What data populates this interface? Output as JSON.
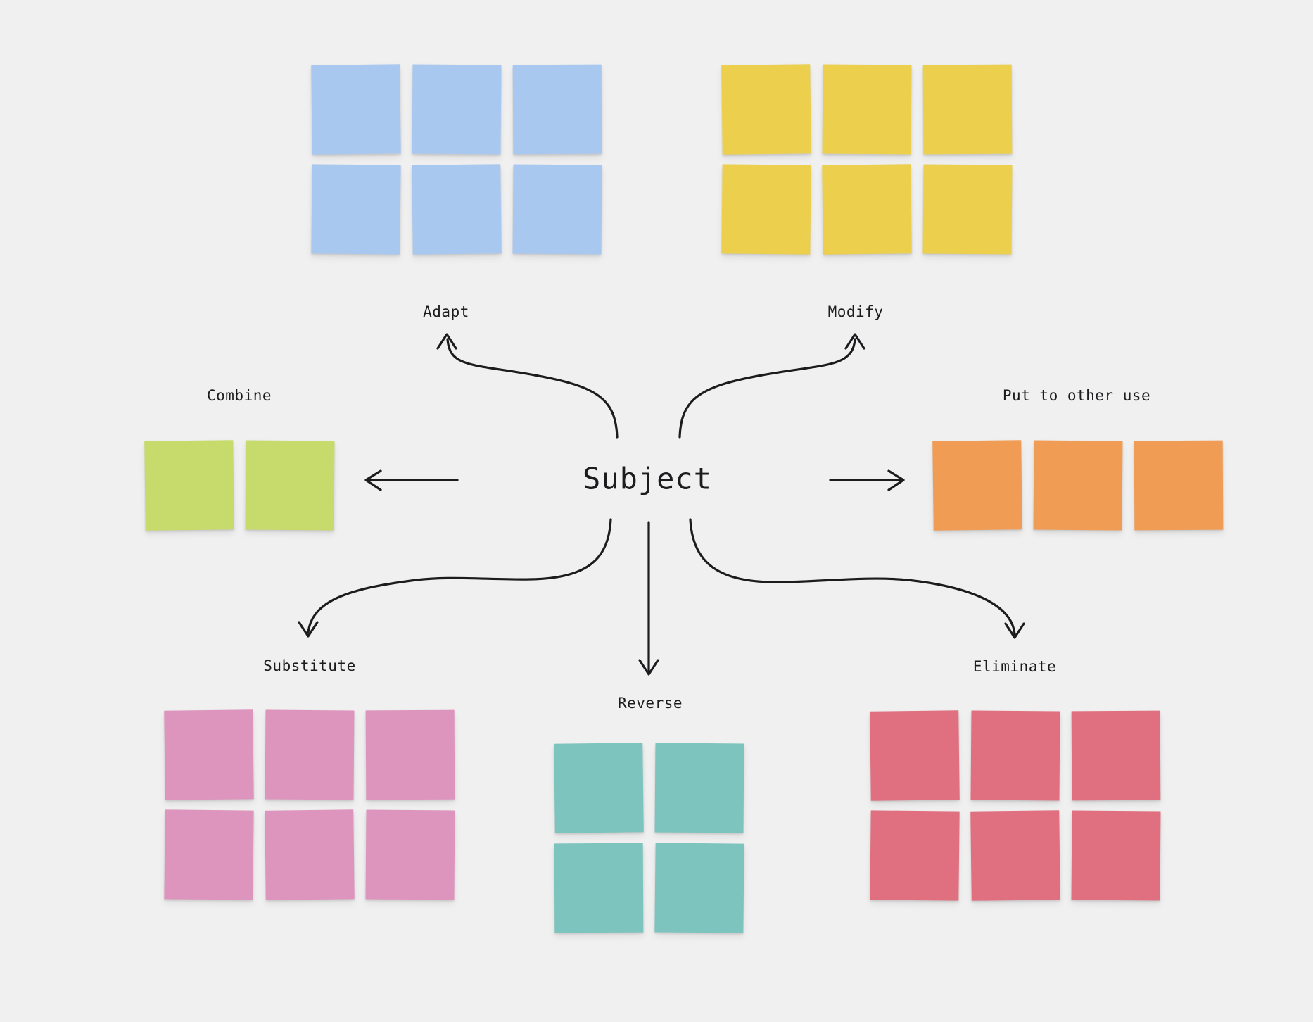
{
  "canvas": {
    "background": "#F0F0F0",
    "ink": "#1C1C1E"
  },
  "center": {
    "label": "Subject"
  },
  "groups": {
    "adapt": {
      "label": "Adapt",
      "color": "#A9C8F0",
      "sticky_count": 6
    },
    "modify": {
      "label": "Modify",
      "color": "#ECCF4D",
      "sticky_count": 6
    },
    "combine": {
      "label": "Combine",
      "color": "#C6DB6C",
      "sticky_count": 2
    },
    "put_to_other_use": {
      "label": "Put to other use",
      "color": "#F09C55",
      "sticky_count": 3
    },
    "substitute": {
      "label": "Substitute",
      "color": "#DE95BD",
      "sticky_count": 6
    },
    "reverse": {
      "label": "Reverse",
      "color": "#7CC4BD",
      "sticky_count": 4
    },
    "eliminate": {
      "label": "Eliminate",
      "color": "#E0707F",
      "sticky_count": 6
    }
  }
}
